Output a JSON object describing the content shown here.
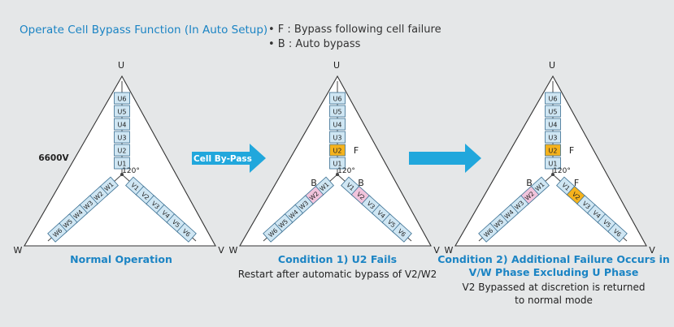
{
  "title": "Operate Cell Bypass Function (In Auto Setup)",
  "legend": {
    "f": "• F : Bypass following cell failure",
    "b": "• B : Auto bypass"
  },
  "colors": {
    "cell": "#cfe6f3",
    "failed": "#f5b21c",
    "bypassed": "#f1c4dc",
    "accent": "#1b84c4",
    "arrow": "#21a7dc"
  },
  "voltage": "6600V",
  "angle": "120°",
  "cells": {
    "u": [
      "U1",
      "U2",
      "U3",
      "U4",
      "U5",
      "U6"
    ],
    "v": [
      "V1",
      "V2",
      "V3",
      "V4",
      "V5",
      "V6"
    ],
    "w": [
      "W1",
      "W2",
      "W3",
      "W4",
      "W5",
      "W6"
    ]
  },
  "phase_labels": {
    "u": "U",
    "v": "V",
    "w": "W"
  },
  "marker_f": "F",
  "marker_b": "B",
  "arrow1_label": "Cell By-Pass",
  "panels": [
    {
      "caption": "Normal Operation",
      "subcaption": ""
    },
    {
      "caption": "Condition 1) U2 Fails",
      "subcaption": "Restart after automatic bypass of V2/W2"
    },
    {
      "caption": "Condition 2) Additional Failure Occurs in V/W Phase Excluding U Phase",
      "caption_lines": [
        "Condition 2) Additional Failure Occurs in",
        "V/W Phase Excluding U Phase"
      ],
      "subcaption_lines": [
        "V2 Bypassed at discretion is returned",
        "to normal mode"
      ]
    }
  ]
}
